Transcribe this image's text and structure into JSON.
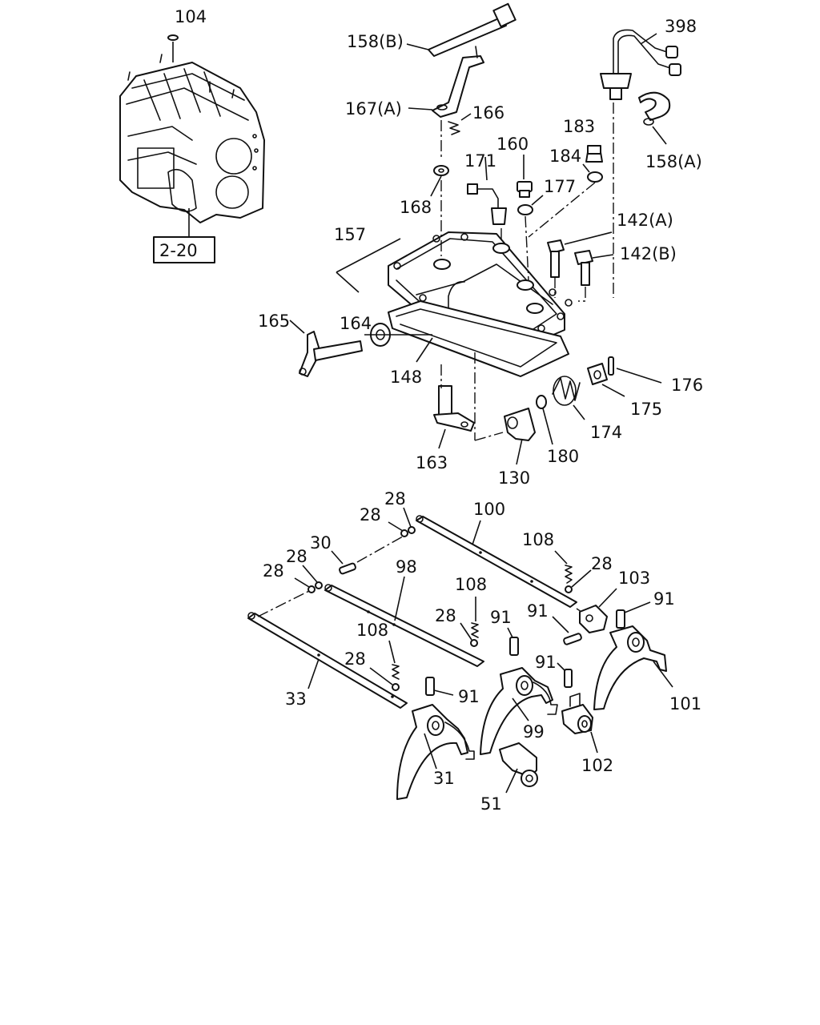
{
  "labels": {
    "l104": "104",
    "l158b": "158(B)",
    "l398": "398",
    "l167a": "167(A)",
    "l166": "166",
    "l183": "183",
    "l160": "160",
    "l171": "171",
    "l184": "184",
    "l158a": "158(A)",
    "l177": "177",
    "l168": "168",
    "l142a": "142(A)",
    "l142b": "142(B)",
    "l157": "157",
    "l164": "164",
    "l165": "165",
    "l148": "148",
    "l176": "176",
    "l175": "175",
    "l174": "174",
    "l180": "180",
    "l163": "163",
    "l130": "130",
    "l28a": "28",
    "l28b": "28",
    "l100": "100",
    "l30": "30",
    "l28c": "28",
    "l28d": "28",
    "l108a": "108",
    "l98": "98",
    "l108b": "108",
    "l28e": "28",
    "l103": "103",
    "l91a": "91",
    "l28f": "28",
    "l91b": "91",
    "l91c": "91",
    "l108c": "108",
    "l28g": "28",
    "l91d": "91",
    "l33": "33",
    "l91e": "91",
    "l99": "99",
    "l101": "101",
    "l102": "102",
    "l31": "31",
    "l51": "51"
  },
  "reference_box": "2-20"
}
